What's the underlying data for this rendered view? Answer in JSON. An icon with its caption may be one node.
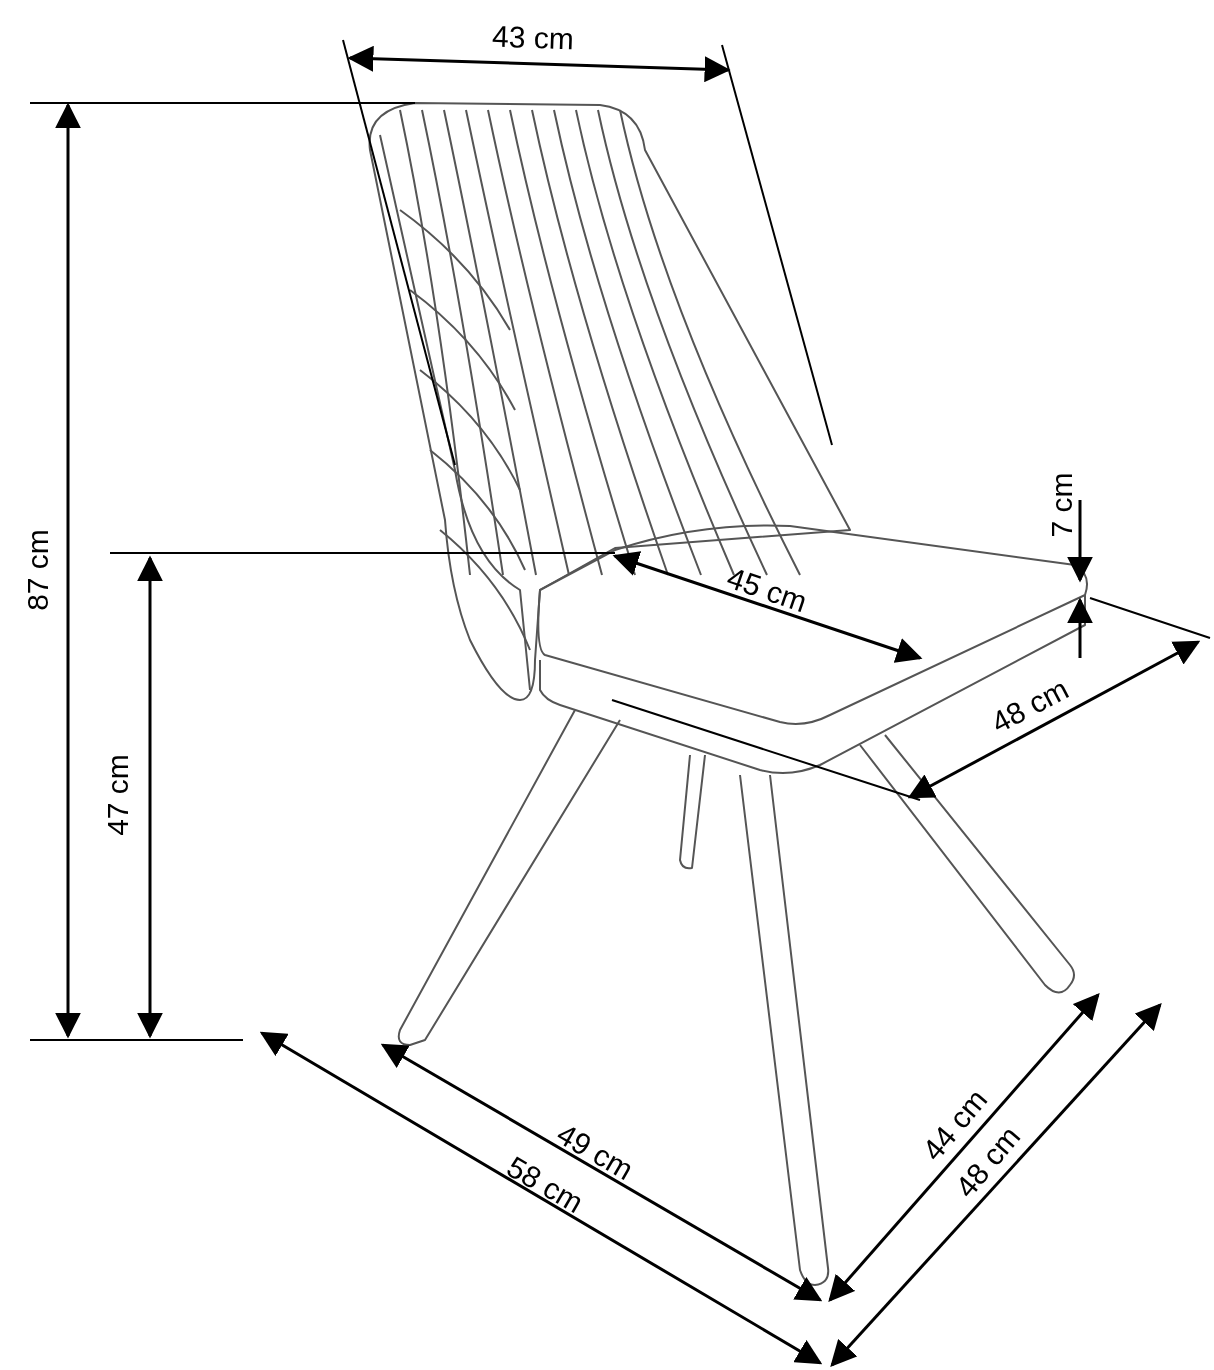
{
  "diagram": {
    "labels": [
      "43 cm",
      "7 cm",
      "87 cm",
      "45 cm",
      "48 cm",
      "47 cm",
      "49 cm",
      "58 cm",
      "44 cm",
      "48 cm"
    ]
  }
}
